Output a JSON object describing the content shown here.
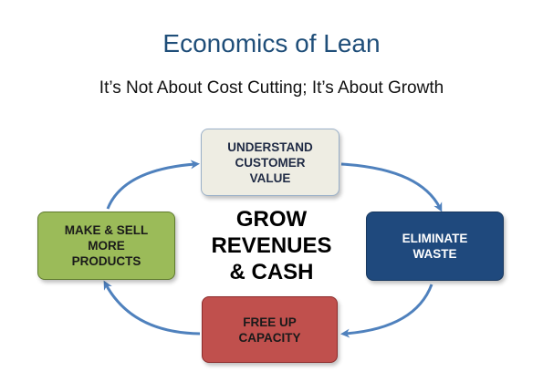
{
  "title": "Economics of Lean",
  "subtitle": "It’s Not About Cost Cutting; It’s About Growth",
  "center_text": "GROW\nREVENUES\n& CASH",
  "boxes": {
    "top": {
      "label": "UNDERSTAND\nCUSTOMER\nVALUE",
      "fill": "#eeede3"
    },
    "right": {
      "label": "ELIMINATE\nWASTE",
      "fill": "#1f497d"
    },
    "bottom": {
      "label": "FREE UP\nCAPACITY",
      "fill": "#c0504d"
    },
    "left": {
      "label": "MAKE & SELL\nMORE\nPRODUCTS",
      "fill": "#9bbb59"
    }
  },
  "arrow_color": "#4f81bd"
}
